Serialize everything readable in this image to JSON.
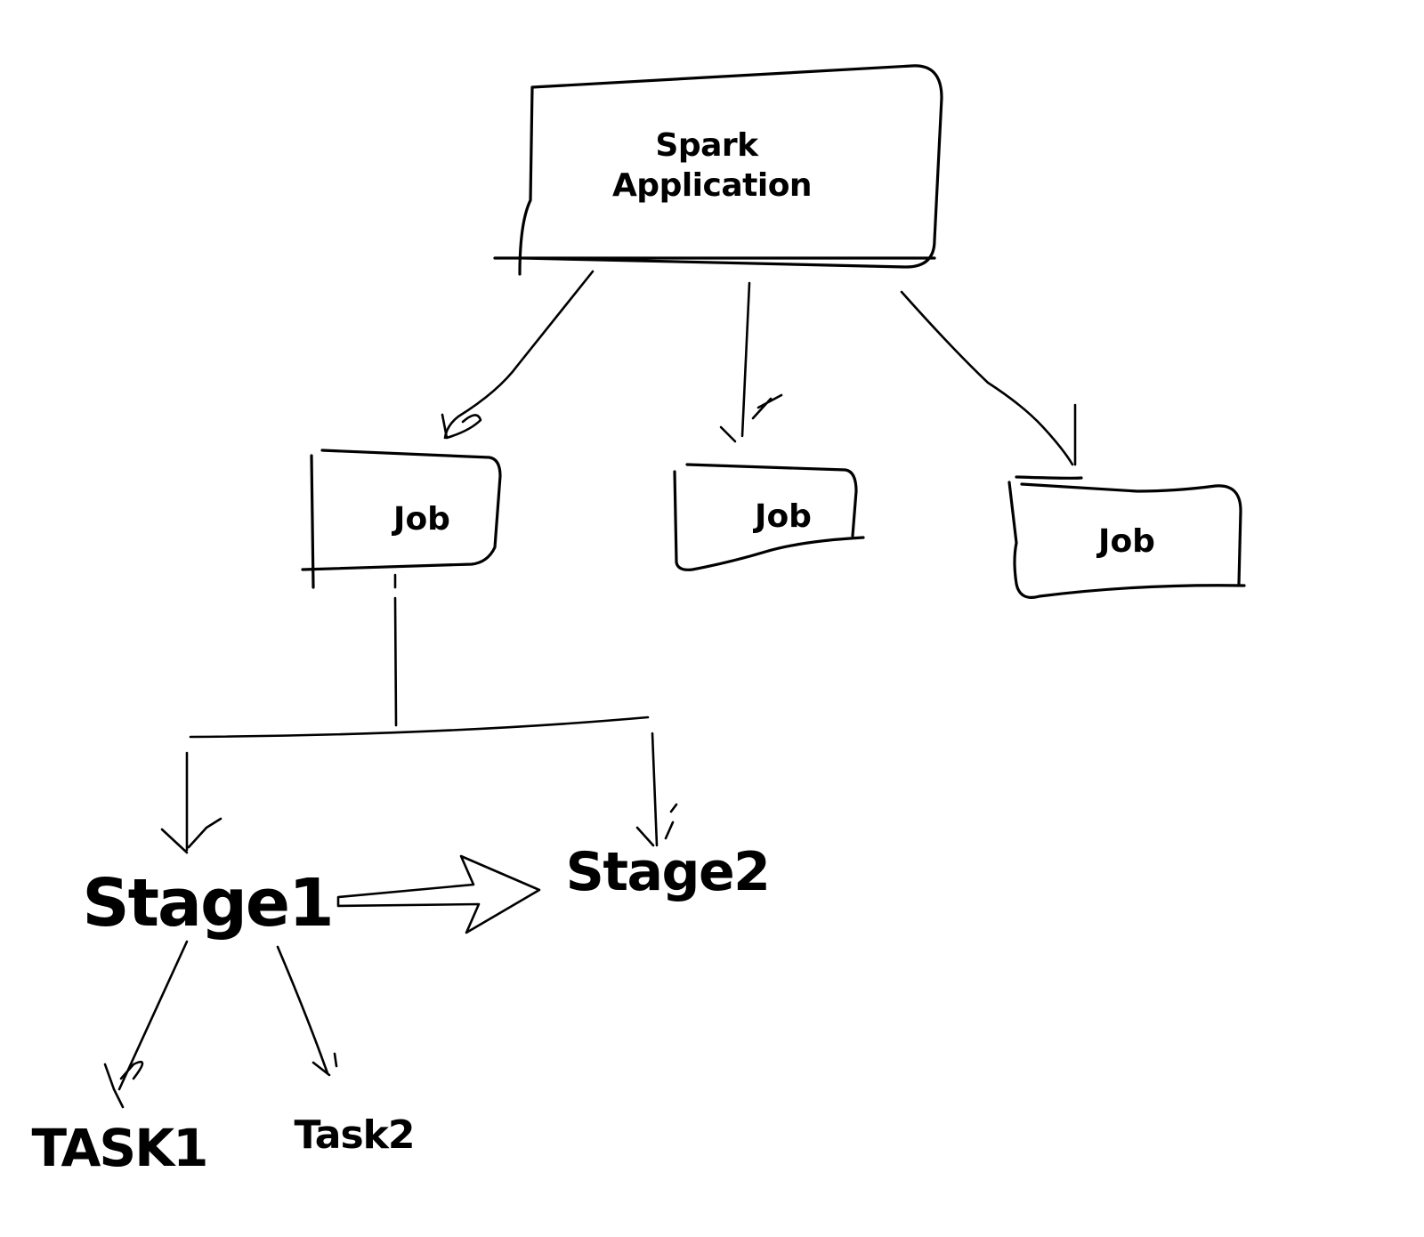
{
  "diagram": {
    "root": {
      "label_line1": "Spark",
      "label_line2": "Application"
    },
    "jobs": [
      {
        "label": "Job"
      },
      {
        "label": "Job"
      },
      {
        "label": "Job"
      }
    ],
    "stages": [
      {
        "label": "Stage1"
      },
      {
        "label": "Stage2"
      }
    ],
    "tasks": [
      {
        "label": "TASK1"
      },
      {
        "label": "Task2"
      }
    ]
  }
}
